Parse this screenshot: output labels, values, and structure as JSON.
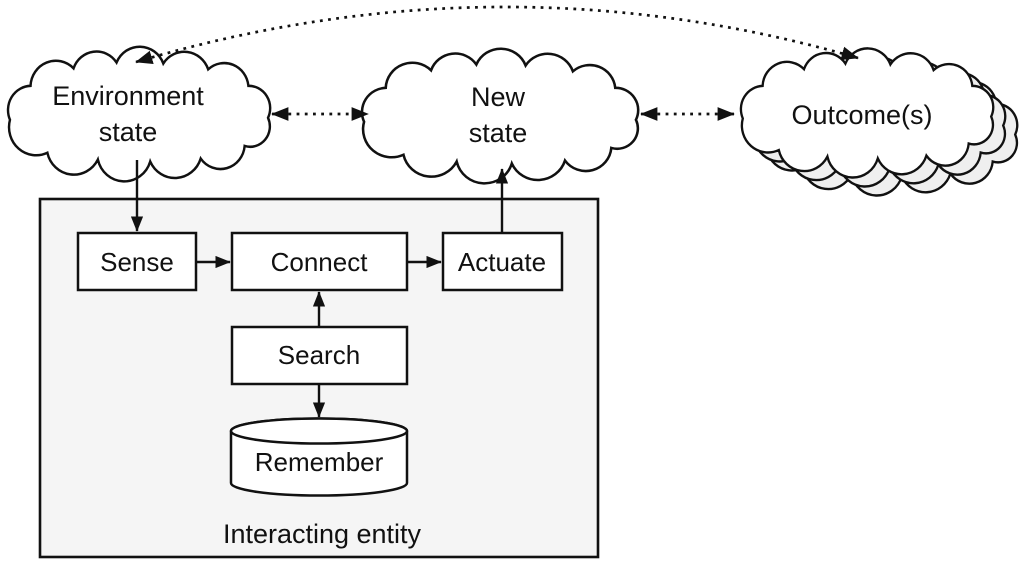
{
  "clouds": {
    "environment": {
      "line1": "Environment",
      "line2": "state"
    },
    "new_state": {
      "line1": "New",
      "line2": "state"
    },
    "outcomes": {
      "label": "Outcome(s)"
    }
  },
  "entity": {
    "label": "Interacting entity",
    "boxes": {
      "sense": "Sense",
      "connect": "Connect",
      "actuate": "Actuate",
      "search": "Search",
      "remember": "Remember"
    }
  },
  "colors": {
    "line": "#111111",
    "container_fill": "#f5f5f5",
    "cloud_fill": "#ffffff",
    "cloud_shadow_fill": "#efefef",
    "box_fill": "#ffffff",
    "text": "#111111"
  }
}
